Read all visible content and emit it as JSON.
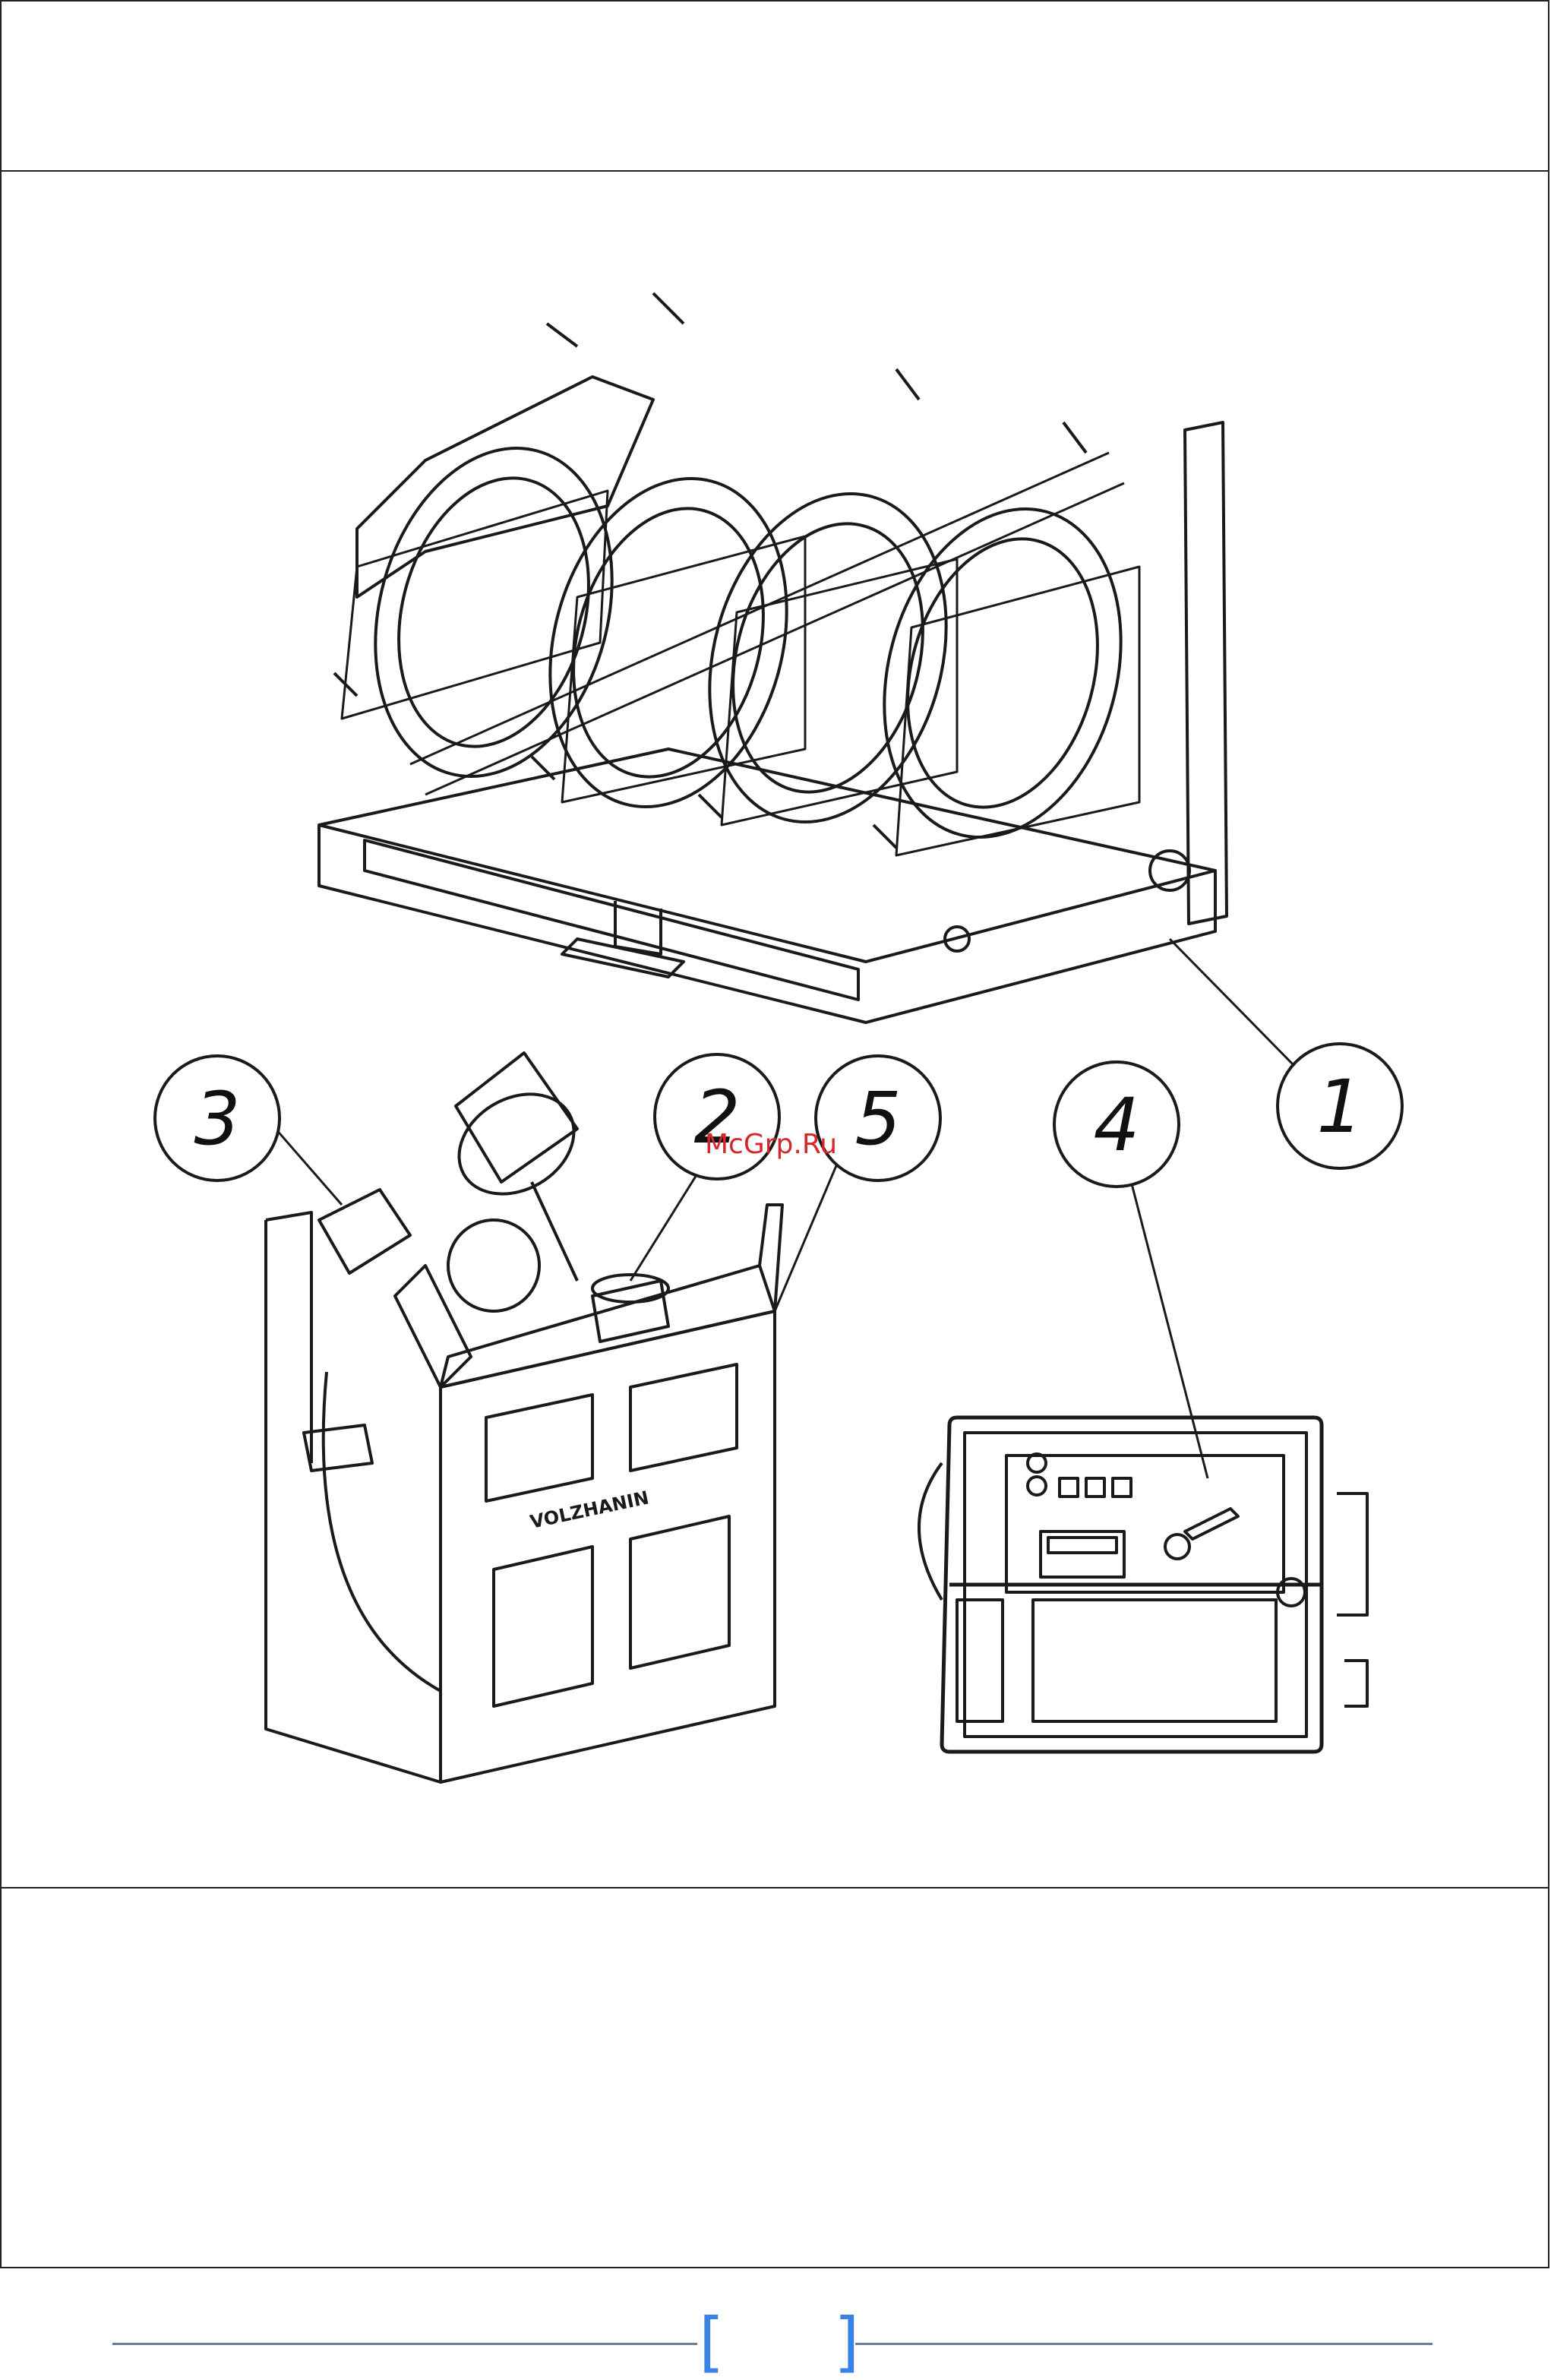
{
  "figure": {
    "callouts": [
      {
        "label": "1"
      },
      {
        "label": "2"
      },
      {
        "label": "3"
      },
      {
        "label": "4"
      },
      {
        "label": "5"
      }
    ],
    "brand_text": "VOLZHANIN"
  },
  "watermark": "McGrp.Ru",
  "footer": {
    "page_number": "",
    "bracket_open": "[",
    "bracket_close": "]"
  },
  "colors": {
    "line": "#222222",
    "watermark": "#d7262c",
    "footer_line": "#6b7f9a",
    "footer_bracket": "#3b82e6"
  }
}
